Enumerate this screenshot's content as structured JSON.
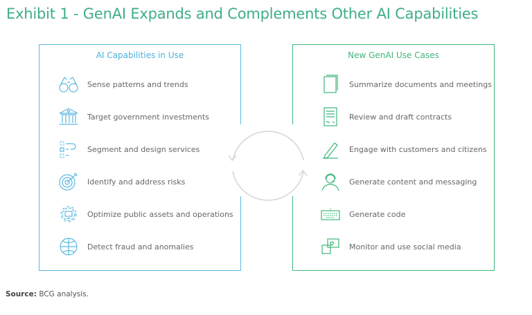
{
  "title": "Exhibit 1 - GenAI Expands and Complements Other AI Capabilities",
  "left": {
    "heading": "AI Capabilities in Use",
    "items": [
      {
        "label": "Sense patterns and trends",
        "icon": "binoculars-icon"
      },
      {
        "label": "Target government investments",
        "icon": "government-building-icon"
      },
      {
        "label": "Segment and design services",
        "icon": "segment-flow-icon"
      },
      {
        "label": "Identify and address risks",
        "icon": "target-icon"
      },
      {
        "label": "Optimize public assets and operations",
        "icon": "gear-icon"
      },
      {
        "label": "Detect fraud and anomalies",
        "icon": "globe-icon"
      }
    ]
  },
  "right": {
    "heading": "New GenAI Use Cases",
    "items": [
      {
        "label": "Summarize documents and meetings",
        "icon": "documents-icon"
      },
      {
        "label": "Review and draft contracts",
        "icon": "contract-icon"
      },
      {
        "label": "Engage with customers and citizens",
        "icon": "pen-icon"
      },
      {
        "label": "Generate content and messaging",
        "icon": "headset-person-icon"
      },
      {
        "label": "Generate code",
        "icon": "keyboard-icon"
      },
      {
        "label": "Monitor and use social media",
        "icon": "social-chat-icon"
      }
    ]
  },
  "source": {
    "label": "Source:",
    "text": " BCG analysis."
  }
}
